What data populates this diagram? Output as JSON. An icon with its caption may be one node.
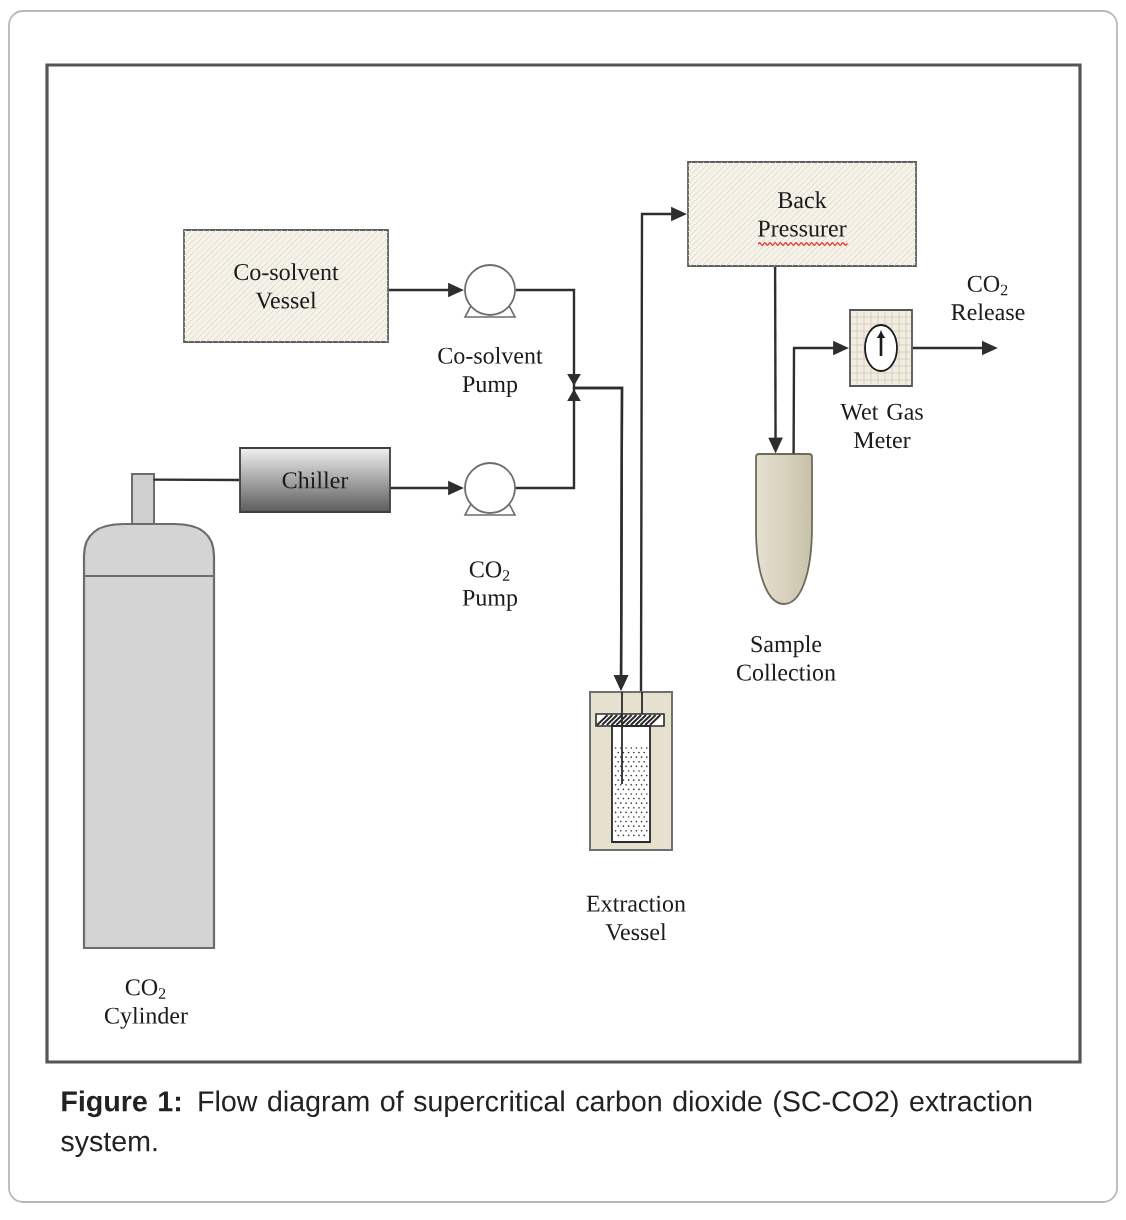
{
  "diagram": {
    "caption": "**Figure 1:** Flow diagram of supercritical carbon dioxide (SC-CO2) extraction system.",
    "nodes": [
      {
        "text": [
          "Co-solvent Vessel"
        ]
      },
      {
        "text": [],
        "shape": "picture",
        "beside": [
          "Co-solvent Pump"
        ]
      },
      {
        "text": [],
        "shape": "cylinder",
        "beside": [
          "CO$_{2}$ Cylinder"
        ]
      },
      {
        "text": [
          "Chiller"
        ]
      },
      {
        "text": [],
        "shape": "picture",
        "beside": [
          "CO$_{2}$ Pump"
        ]
      },
      {
        "text": [],
        "shape": "picture",
        "beside": [
          "Extraction Vessel"
        ]
      },
      {
        "text": [
          "Back Pressurer"
        ]
      },
      {
        "text": [],
        "shape": "picture",
        "beside": [
          "Sample Collection"
        ]
      },
      {
        "text": [],
        "shape": "picture",
        "beside": [
          "Wet Gas Meter"
        ]
      }
    ],
    "edges": [
      {
        "from": 0,
        "to": 1,
        "arrow": "to"
      },
      {
        "from": 2,
        "to": 3,
        "arrow": "none"
      },
      {
        "from": 3,
        "to": 4,
        "arrow": "to"
      },
      {
        "from": 1,
        "to": 5,
        "arrow": "to"
      },
      {
        "from": 4,
        "to": 5,
        "arrow": "to"
      },
      {
        "from": 5,
        "to": 6,
        "arrow": "to"
      },
      {
        "from": 6,
        "to": 7,
        "arrow": "to"
      },
      {
        "from": 7,
        "to": 8,
        "arrow": "to"
      },
      {
        "from": 8,
        "to": null,
        "arrow": "to",
        "label": "CO$_{2}$ Release"
      }
    ]
  }
}
